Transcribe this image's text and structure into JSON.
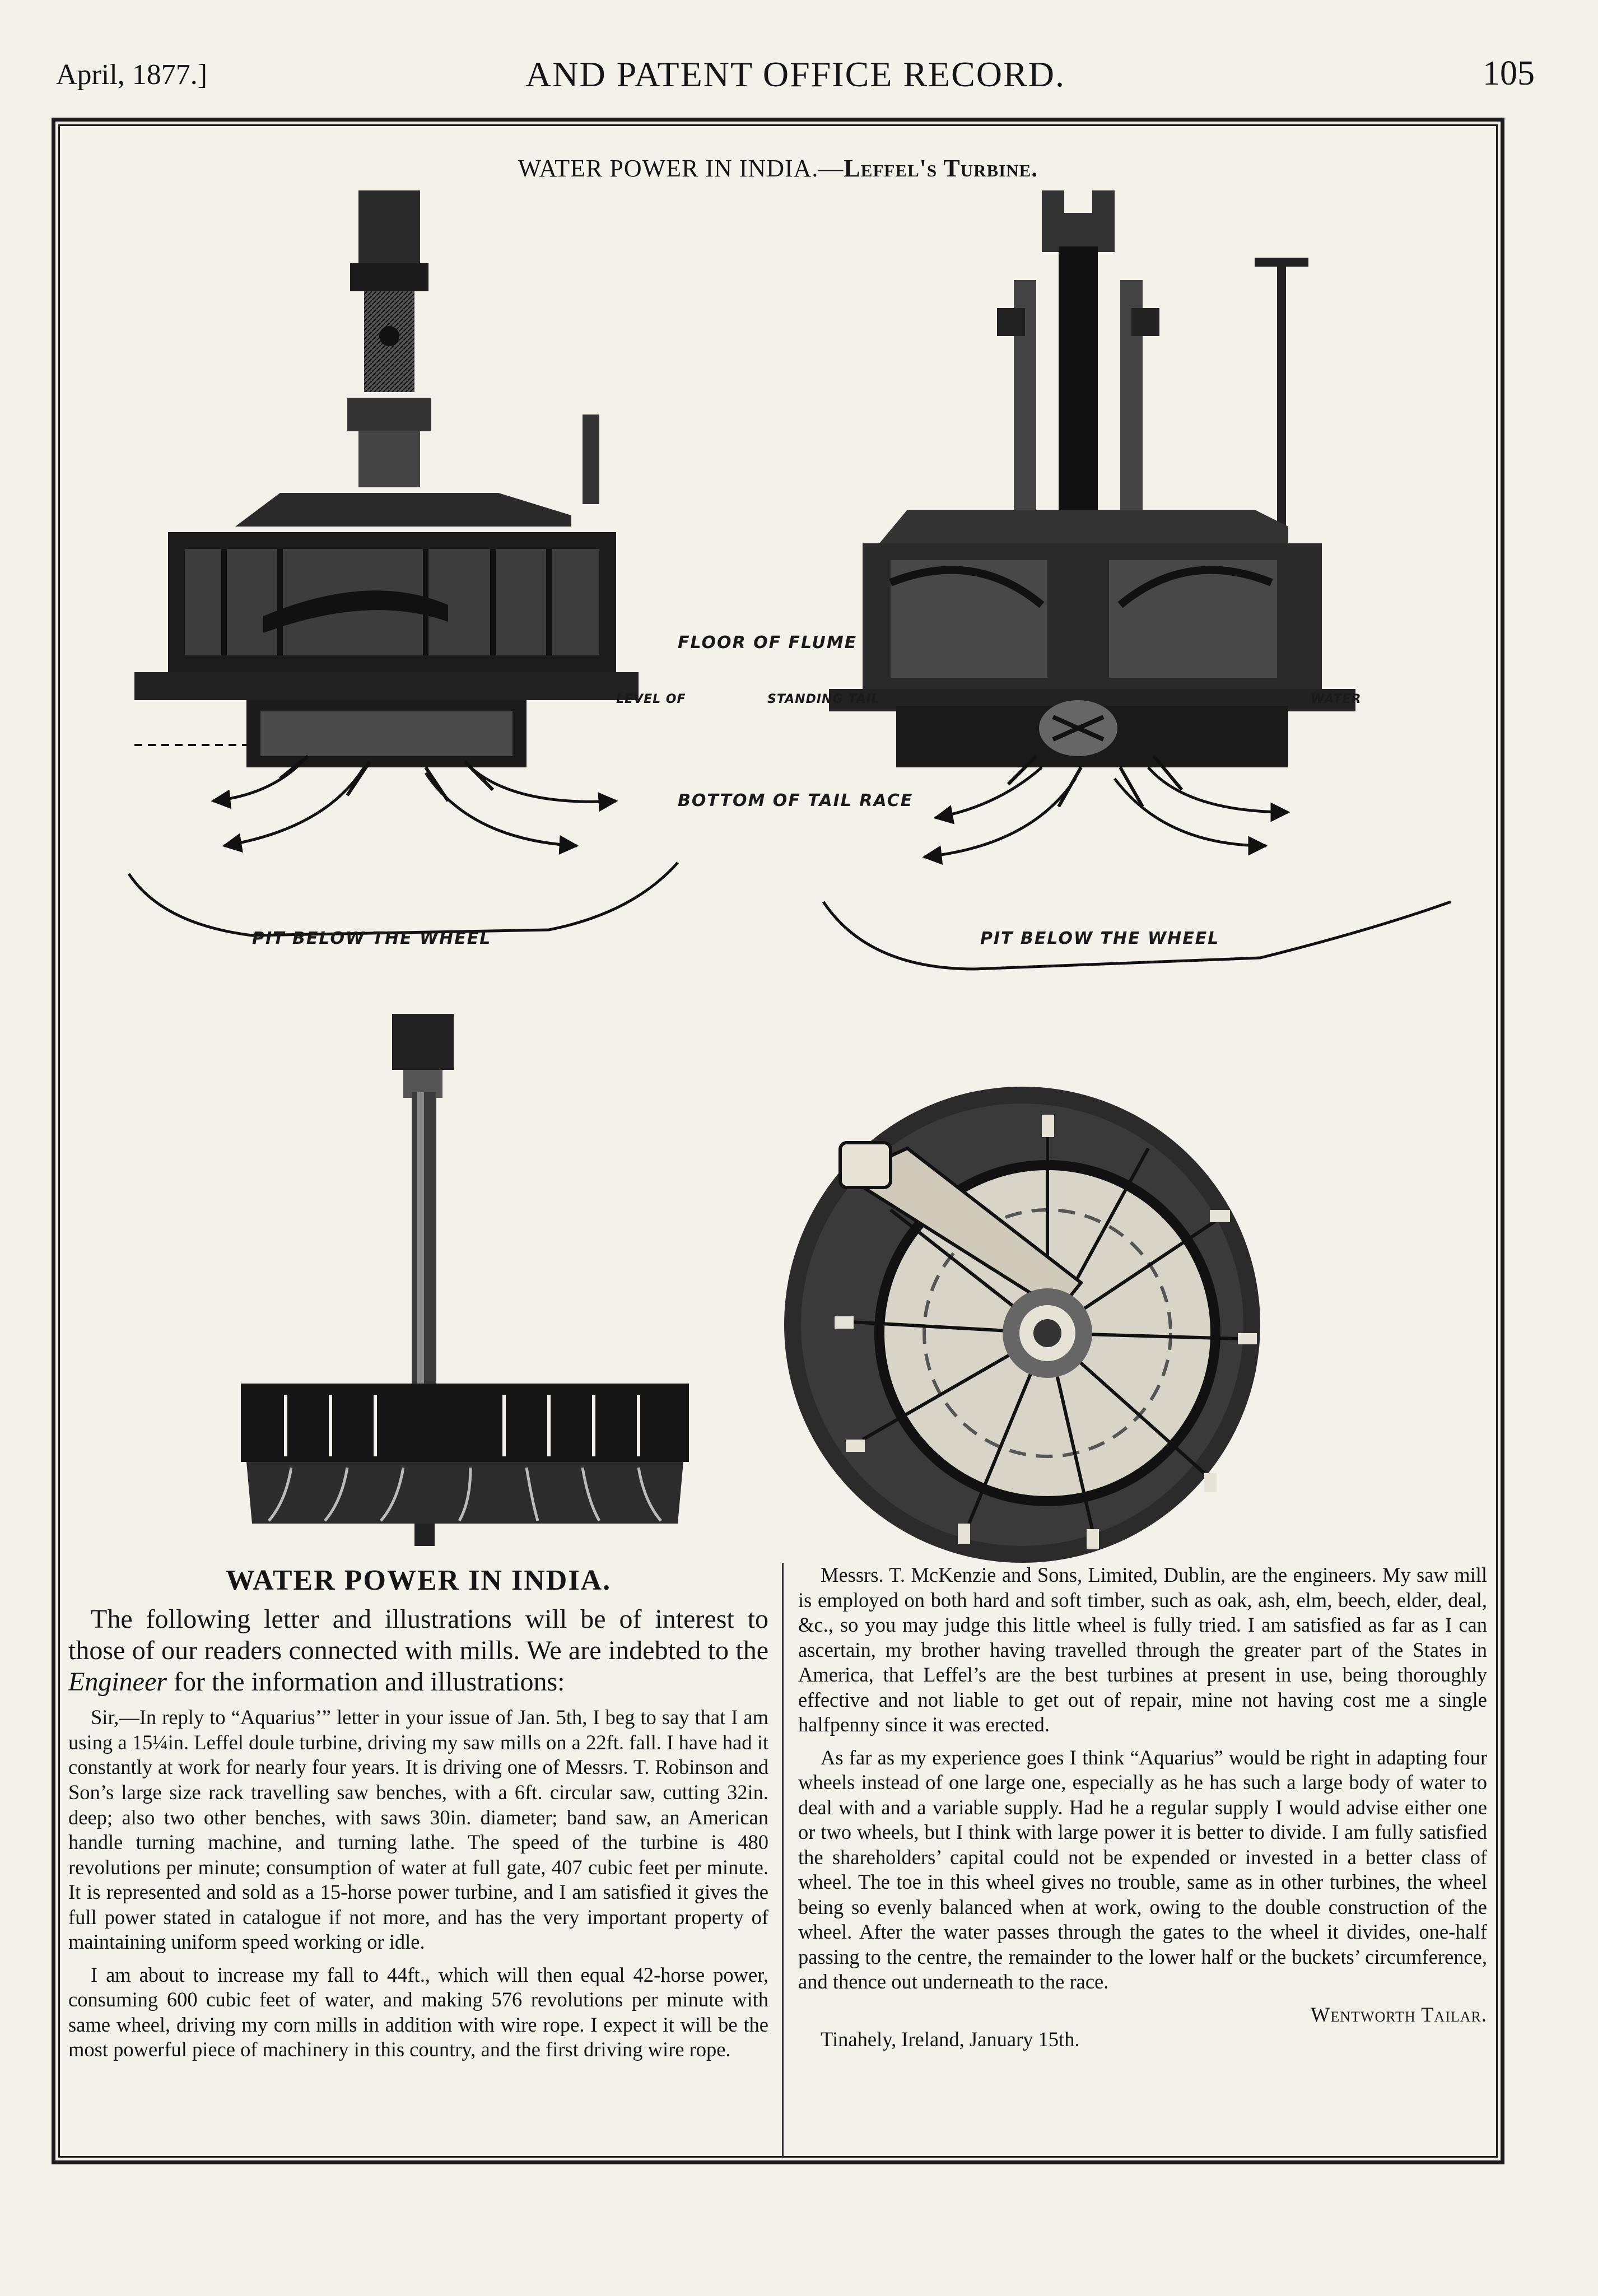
{
  "header": {
    "date": "April, 1877.]",
    "journal": "AND PATENT OFFICE RECORD.",
    "page": "105"
  },
  "figure": {
    "caption_main": "WATER POWER IN INDIA.—",
    "caption_sc": "Leffel's Turbine.",
    "labels": {
      "floor": "FLOOR OF FLUME",
      "level": "LEVEL OF",
      "standing": "STANDING TAIL",
      "water": "WATER",
      "bottom": "BOTTOM OF TAIL RACE",
      "pit_left": "PIT BELOW THE WHEEL",
      "pit_right": "PIT BELOW THE WHEEL"
    }
  },
  "article": {
    "headline": "WATER POWER IN INDIA.",
    "intro_a": "The following letter and illustrations will be of interest to those of our readers connected with mills. We are indebted to the ",
    "intro_em": "Engineer",
    "intro_b": " for the information and illustrations:",
    "p1": "Sir,—In reply to “Aquarius’” letter in your issue of Jan. 5th, I beg to say that I am using a 15¼in. Leffel doule turbine, driving my saw mills on a 22ft. fall. I have had it constantly at work for nearly four years. It is driving one of Messrs. T. Robinson and Son’s large size rack travelling saw benches, with a 6ft. circular saw, cutting 32in. deep; also two other benches, with saws 30in. diameter; band saw, an American handle turning machine, and turning lathe. The speed of the turbine is 480 revolutions per minute; consumption of water at full gate, 407 cubic feet per minute. It is represented and sold as a 15-horse power turbine, and I am satisfied it gives the full power stated in catalogue if not more, and has the very important property of maintaining uniform speed working or idle.",
    "p2": "I am about to increase my fall to 44ft., which will then equal 42-horse power, consuming 600 cubic feet of water, and making 576 revolutions per minute with same wheel, driving my corn mills in addition with wire rope. I expect it will be the most powerful piece of machinery in this country, and the first driving wire rope.",
    "p3": "Messrs. T. McKenzie and Sons, Limited, Dublin, are the engineers. My saw mill is employed on both hard and soft timber, such as oak, ash, elm, beech, elder, deal, &c., so you may judge this little wheel is fully tried. I am satisfied as far as I can ascertain, my brother having travelled through the greater part of the States in America, that Leffel’s are the best turbines at present in use, being thoroughly effective and not liable to get out of repair, mine not having cost me a single halfpenny since it was erected.",
    "p4": "As far as my experience goes I think “Aquarius” would be right in adapting four wheels instead of one large one, especially as he has such a large body of water to deal with and a variable supply. Had he a regular supply I would advise either one or two wheels, but I think with large power it is better to divide. I am fully satisfied the shareholders’ capital could not be expended or invested in a better class of wheel. The toe in this wheel gives no trouble, same as in other turbines, the wheel being so evenly balanced when at work, owing to the double construction of the wheel. After the water passes through the gates to the wheel it divides, one-half passing to the centre, the remainder to the lower half or the buckets’ circumference, and thence out underneath to the race.",
    "signature": "Wentworth Tailar.",
    "place": "Tinahely, Ireland, January 15th."
  }
}
